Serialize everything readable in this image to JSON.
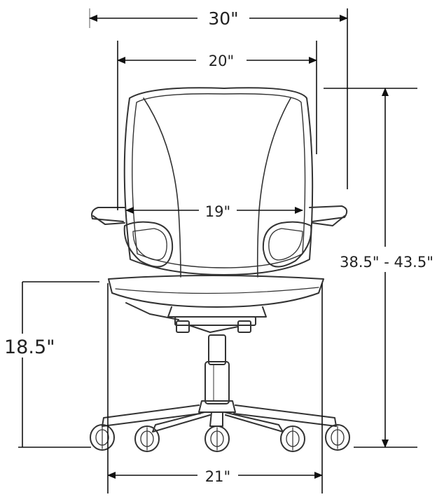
{
  "diagram": {
    "dimensions": {
      "overall_width": "30\"",
      "back_width": "20\"",
      "seat_width": "19\"",
      "height_range": "38.5\" - 43.5\"",
      "seat_height": "18.5\"",
      "base_width": "21\""
    }
  }
}
